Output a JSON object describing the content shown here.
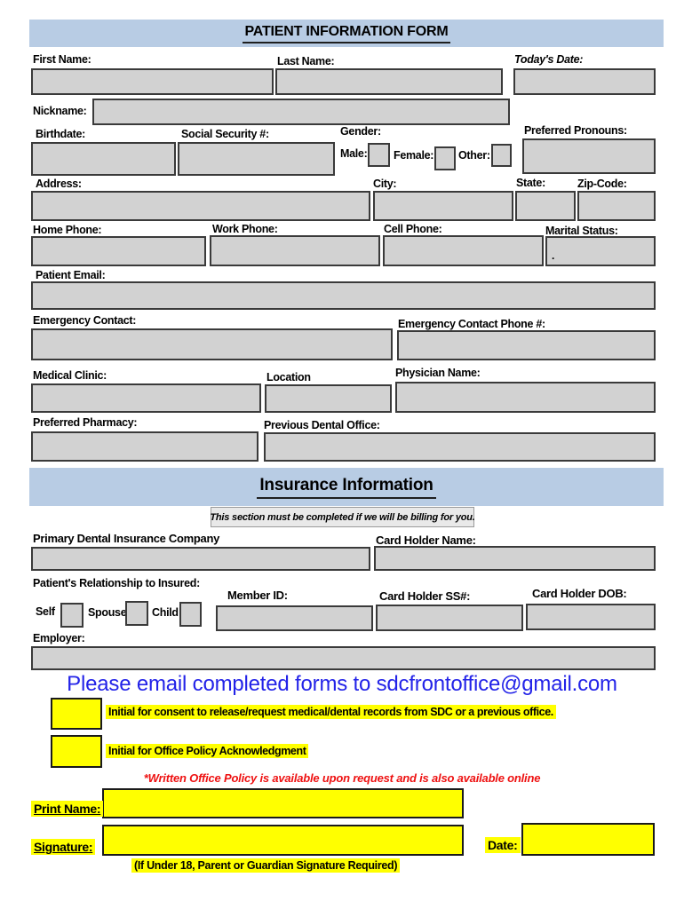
{
  "colors": {
    "section_header_bg": "#b8cce4",
    "input_bg": "#d2d2d2",
    "highlight_yellow": "#ffff00",
    "email_text_blue": "#2323e8",
    "policy_note_red": "#ee1111"
  },
  "patient": {
    "section_title": "PATIENT INFORMATION FORM",
    "first_name": "First Name:",
    "last_name": "Last Name:",
    "todays_date": "Today's Date:",
    "nickname": "Nickname:",
    "birthdate": "Birthdate:",
    "social_security": "Social Security #:",
    "gender": "Gender:",
    "male": "Male:",
    "female": "Female:",
    "other": "Other:",
    "preferred_pronouns": "Preferred Pronouns:",
    "address": "Address:",
    "city": "City:",
    "state": "State:",
    "zip_code": "Zip-Code:",
    "home_phone": "Home Phone:",
    "work_phone": "Work Phone:",
    "cell_phone": "Cell Phone:",
    "marital_status": "Marital Status:",
    "marital_status_value": ".",
    "patient_email": "Patient Email:",
    "emergency_contact": "Emergency Contact:",
    "emergency_contact_phone": "Emergency Contact Phone #:",
    "medical_clinic": "Medical Clinic:",
    "location": "Location",
    "physician_name": "Physician Name:",
    "preferred_pharmacy": "Preferred Pharmacy:",
    "previous_dental_office": "Previous Dental Office:"
  },
  "insurance": {
    "section_title": "Insurance Information",
    "note": "This section must be completed if we will be billing for you.",
    "primary_company": "Primary Dental Insurance Company",
    "card_holder_name": "Card Holder Name:",
    "relationship": "Patient's Relationship to Insured:",
    "self": "Self",
    "spouse": "Spouse",
    "child": "Child",
    "member_id": "Member ID:",
    "card_holder_ss": "Card Holder SS#:",
    "card_holder_dob": "Card Holder DOB:",
    "employer": "Employer:"
  },
  "footer": {
    "email_instruction": "Please email completed forms to sdcfrontoffice@gmail.com",
    "consent_text": "Initial for consent to release/request medical/dental records from SDC or a previous office.",
    "policy_text": "Initial for Office Policy Acknowledgment",
    "policy_note": "*Written Office Policy is available upon request and is also available online",
    "print_name": "Print Name:",
    "signature": "Signature:",
    "date": "Date:",
    "under18_note": "(If Under 18, Parent or Guardian Signature Required)"
  }
}
